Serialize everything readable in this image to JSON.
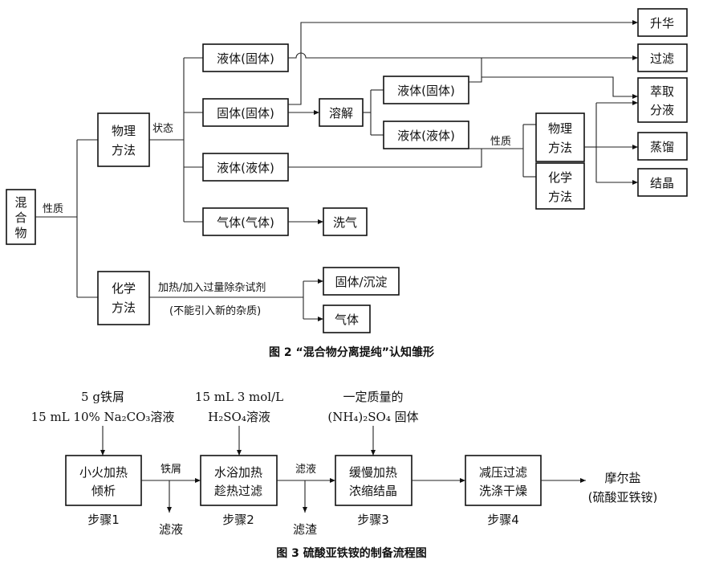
{
  "fig2": {
    "caption": "图 2 “混合物分离提纯”认知雏形",
    "mixture": [
      "混",
      "合",
      "物"
    ],
    "label_property": "性质",
    "label_state": "状态",
    "label_property2": "性质",
    "physical": [
      "物理",
      "方法"
    ],
    "chemical": [
      "化学",
      "方法"
    ],
    "states": [
      "液体(固体)",
      "固体(固体)",
      "液体(液体)",
      "气体(气体)"
    ],
    "dissolve": "溶解",
    "dissolved": [
      "液体(固体)",
      "液体(液体)"
    ],
    "physical2": [
      "物理",
      "方法"
    ],
    "chemical2": [
      "化学",
      "方法"
    ],
    "wash_gas": "洗气",
    "results": [
      "升华",
      "过滤",
      "萃取",
      "分液",
      "蒸馏",
      "结晶"
    ],
    "chem_label_1": "加热/加入过量除杂试剂",
    "chem_label_2": "(不能引入新的杂质)",
    "chem_results": [
      "固体/沉淀",
      "气体"
    ]
  },
  "fig3": {
    "caption": "图 3 硫酸亚铁铵的制备流程图",
    "inputs": {
      "step1": [
        "5 g铁屑",
        "15 mL 10% Na₂CO₃溶液"
      ],
      "step2": [
        "15 mL 3 mol/L",
        "H₂SO₄溶液"
      ],
      "step3": [
        "一定质量的",
        "(NH₄)₂SO₄ 固体"
      ]
    },
    "steps": [
      {
        "lines": [
          "小火加热",
          "倾析"
        ],
        "label": "步骤1"
      },
      {
        "lines": [
          "水浴加热",
          "趁热过滤"
        ],
        "label": "步骤2"
      },
      {
        "lines": [
          "缓慢加热",
          "浓缩结晶"
        ],
        "label": "步骤3"
      },
      {
        "lines": [
          "减压过滤",
          "洗涤干燥"
        ],
        "label": "步骤4"
      }
    ],
    "arrow_labels": [
      "铁屑",
      "滤液"
    ],
    "outputs": [
      "滤液",
      "滤渣"
    ],
    "product": [
      "摩尔盐",
      "(硫酸亚铁铵)"
    ]
  }
}
